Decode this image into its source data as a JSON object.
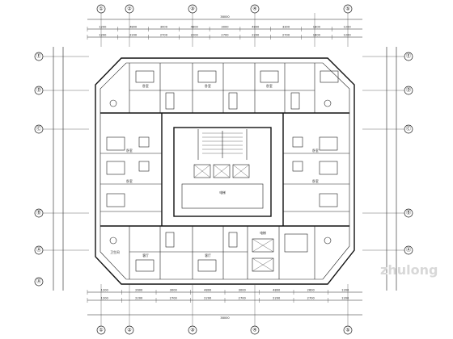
{
  "plan": {
    "axes_top": [
      "①",
      "②",
      "③",
      "④",
      "⑤"
    ],
    "axes_bottom": [
      "①",
      "②",
      "③",
      "④",
      "⑤"
    ],
    "axes_left": [
      "Ⓔ",
      "Ⓓ",
      "Ⓒ",
      "Ⓑ",
      "Ⓐ",
      "Ⓐ"
    ],
    "axes_right": [
      "Ⓔ",
      "Ⓓ",
      "Ⓒ",
      "Ⓑ",
      "Ⓐ"
    ],
    "overall_dim_top": "38000",
    "overall_dim_bottom": "38000",
    "dims_top_row1": [
      "1200",
      "4800",
      "3000",
      "4800",
      "3000",
      "4800",
      "3300",
      "1800",
      "1200"
    ],
    "dims_top_row2": [
      "1200",
      "2200",
      "2700",
      "2200",
      "2700",
      "2200",
      "2700",
      "1800",
      "1200"
    ],
    "dims_bottom_row1": [
      "1200",
      "2600",
      "3000",
      "4800",
      "3000",
      "4800",
      "2600",
      "1200"
    ],
    "dims_bottom_row2": [
      "1200",
      "2200",
      "2700",
      "2200",
      "2700",
      "2200",
      "2700",
      "1200"
    ],
    "room_labels": [
      "卫生间",
      "卧室",
      "卧室",
      "卧室",
      "客厅",
      "客厅",
      "卧室",
      "卧室",
      "卧室",
      "卧室",
      "电梯",
      "电梯"
    ],
    "watermark": "zhulong"
  }
}
